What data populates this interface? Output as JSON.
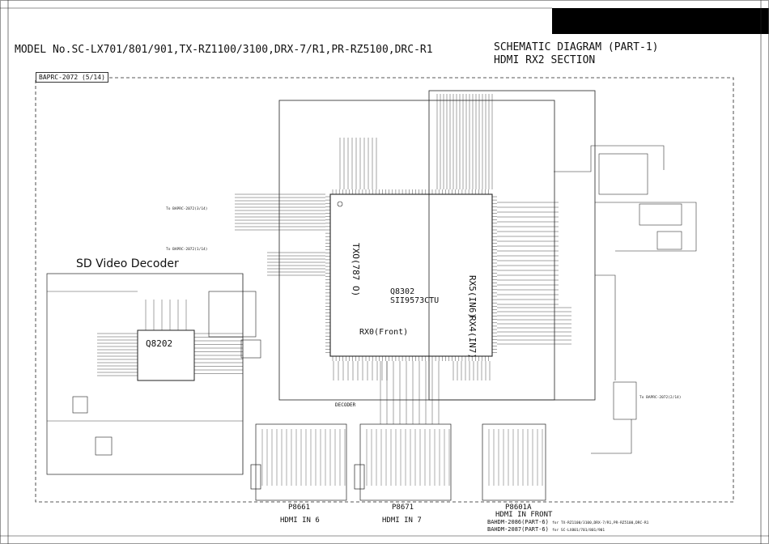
{
  "header": {
    "model_line": "MODEL No.SC-LX701/801/901,TX-RZ1100/3100,DRX-7/R1,PR-RZ5100,DRC-R1",
    "sheet_title_1": "SCHEMATIC DIAGRAM (PART-1)",
    "sheet_title_2": "HDMI RX2 SECTION",
    "board_ref": "BAPRC-2072 (5/14)"
  },
  "blocks": {
    "sd_video_decoder": "SD Video Decoder",
    "decoder_ref": "Q8202",
    "decoder_small": "DECODER"
  },
  "main_ic": {
    "ref": "Q8302",
    "part": "SII9573CTU",
    "port_tx": "TXO(787 O)",
    "port_rx0": "RX0(Front)",
    "port_rx4": "RX4(IN7)",
    "port_rx5": "RX5(IN6)"
  },
  "connectors": {
    "p8661": {
      "ref": "P8661",
      "label": "HDMI IN 6"
    },
    "p8671": {
      "ref": "P8671",
      "label": "HDMI IN 7"
    },
    "p8601a": {
      "ref": "P8601A",
      "label": "HDMI IN FRONT",
      "note_1_ref": "BAHDM-2086(PART-6)",
      "note_1_tail": "for TX-RZ1100/3100,DRX-7/R1,PR-RZ5100,DRC-R1",
      "note_2_ref": "BAHDM-2087(PART-6)",
      "note_2_tail": "for SC-LX801/701/801/901"
    }
  },
  "cross_refs": {
    "to_baprc_3": "To BAPRC-2072(3/14)",
    "to_baprc_1": "To BAPRC-2072(1/14)",
    "to_baprc_2": "To BAPRC-2072(2/14)"
  }
}
